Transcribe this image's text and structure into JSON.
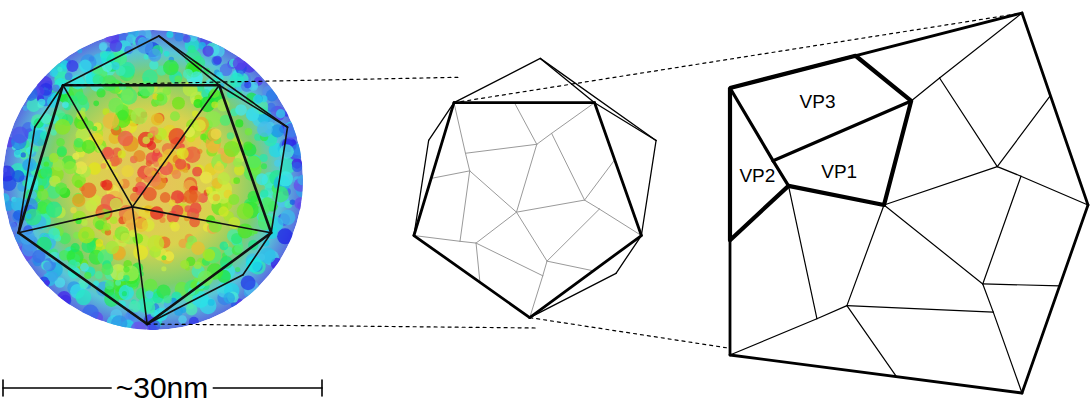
{
  "diagram": {
    "labels": [
      "VP3",
      "VP2",
      "VP1",
      "~30nm"
    ]
  }
}
